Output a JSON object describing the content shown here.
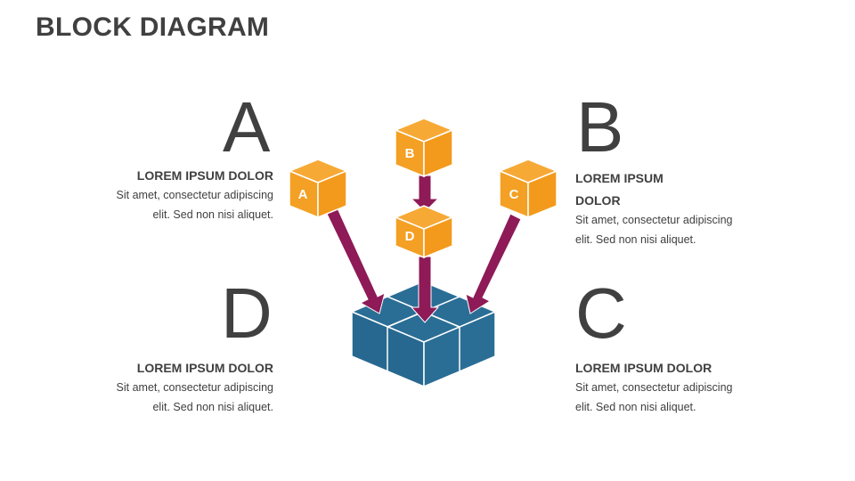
{
  "title": "BLOCK DIAGRAM",
  "sections": {
    "a": {
      "letter": "A",
      "heading": "LOREM IPSUM DOLOR",
      "line1": "Sit amet, consectetur adipiscing",
      "line2": "elit. Sed non nisi aliquet."
    },
    "b": {
      "letter": "B",
      "heading_line1": "LOREM IPSUM",
      "heading_line2": "DOLOR",
      "line1": "Sit amet, consectetur adipiscing",
      "line2": "elit. Sed non nisi aliquet."
    },
    "c": {
      "letter": "C",
      "heading": "LOREM IPSUM DOLOR",
      "line1": "Sit amet, consectetur adipiscing",
      "line2": "elit. Sed non nisi aliquet."
    },
    "d": {
      "letter": "D",
      "heading": "LOREM IPSUM DOLOR",
      "line1": "Sit amet, consectetur adipiscing",
      "line2": "elit. Sed non nisi aliquet."
    }
  },
  "cubes": {
    "a": "A",
    "b": "B",
    "c": "C",
    "d": "D"
  },
  "colors": {
    "text": "#404040",
    "cube_orange": "#F4A024",
    "arrow": "#8E1A57",
    "base_blue": "#2A6E96"
  }
}
